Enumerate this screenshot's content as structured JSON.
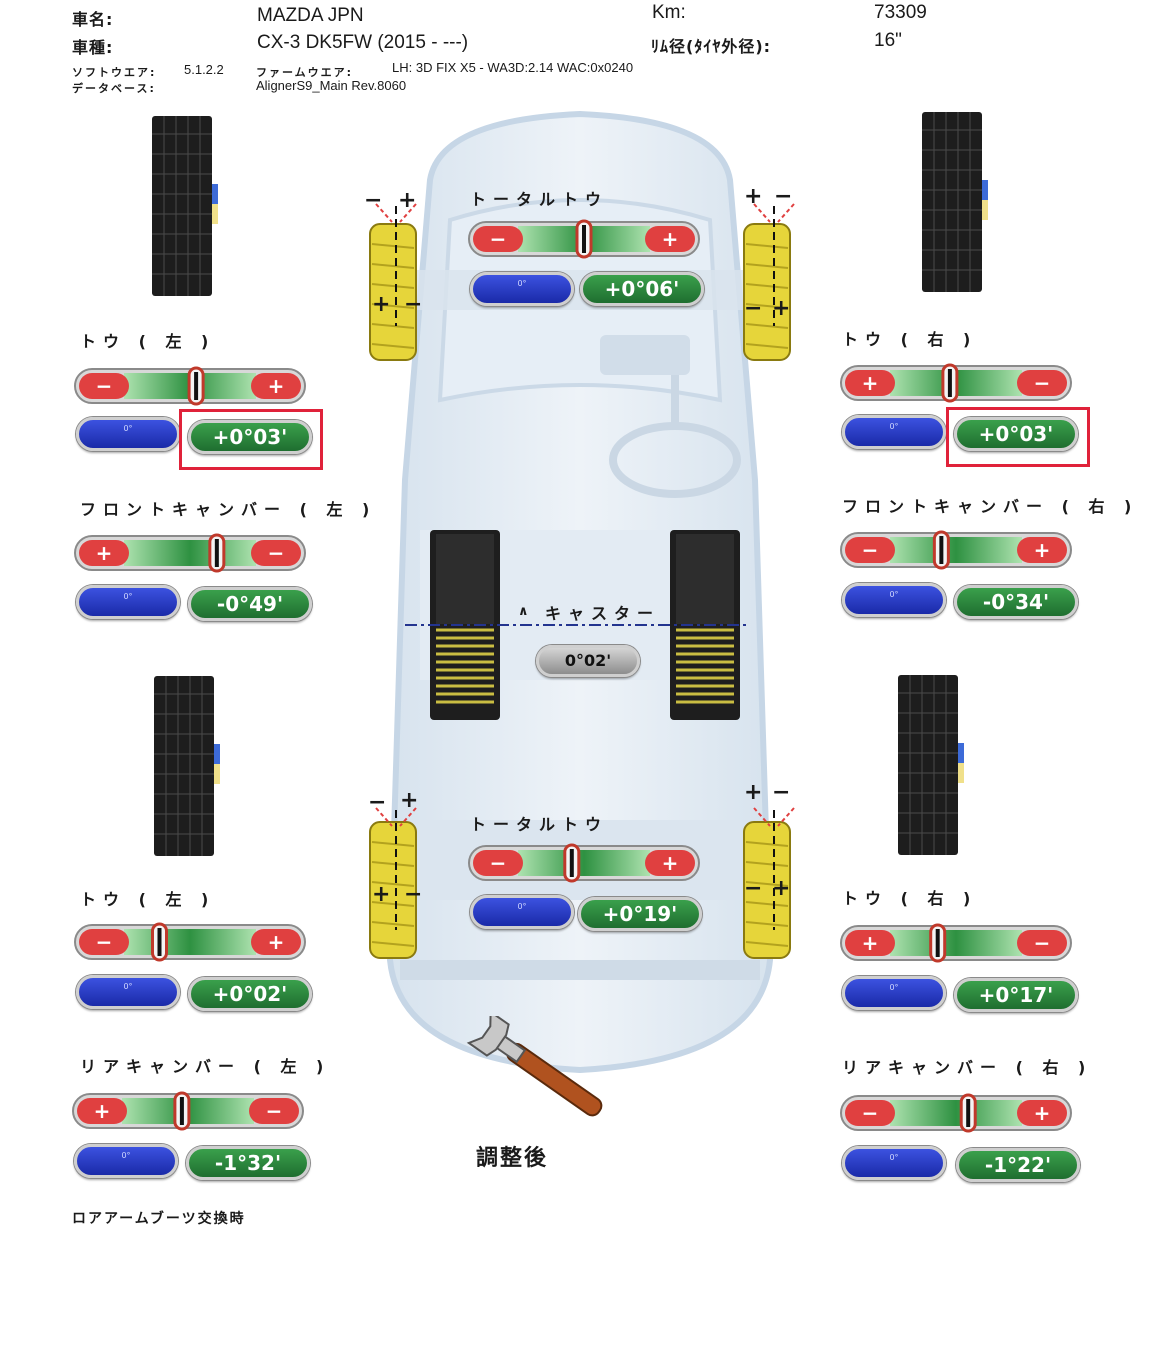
{
  "header": {
    "vehicle_name_label": "車名:",
    "vehicle_name": "MAZDA JPN",
    "model_label": "車種:",
    "model": "CX-3 DK5FW (2015 - ---)",
    "km_label": "Km:",
    "km": "73309",
    "rim_label": "ﾘﾑ径(ﾀｲﾔ外径):",
    "rim": "16\"",
    "software_label": "ソフトウエア:",
    "software_version": "5.1.2.2",
    "firmware_label": "ファームウエア:",
    "firmware": "LH: 3D FIX X5 - WA3D:2.14 WAC:0x0240",
    "database_label": "データベース:",
    "database": "AlignerS9_Main Rev.8060"
  },
  "front": {
    "total_toe": {
      "title": "トータルトウ",
      "blue_value": "0°",
      "value": "+0°06'",
      "left_sign": "−",
      "right_sign": "+",
      "needle": 0.5
    },
    "toe_left": {
      "title": "トウ ( 左 )",
      "blue_value": "0°",
      "value": "+0°03'",
      "left_sign": "−",
      "right_sign": "+",
      "needle": 0.55
    },
    "toe_right": {
      "title": "トウ ( 右 )",
      "blue_value": "0°",
      "value": "+0°03'",
      "left_sign": "+",
      "right_sign": "−",
      "needle": 0.45
    },
    "camber_left": {
      "title": "フロントキャンバー ( 左 )",
      "blue_value": "0°",
      "value": "-0°49'",
      "left_sign": "+",
      "right_sign": "−",
      "needle": 0.72
    },
    "camber_right": {
      "title": "フロントキャンバー ( 右 )",
      "blue_value": "0°",
      "value": "-0°34'",
      "left_sign": "−",
      "right_sign": "+",
      "needle": 0.38
    },
    "caster": {
      "title": "キャスター",
      "value": "0°02'"
    }
  },
  "rear": {
    "total_toe": {
      "title": "トータルトウ",
      "blue_value": "0°",
      "value": "+0°19'",
      "left_sign": "−",
      "right_sign": "+",
      "needle": 0.4
    },
    "toe_left": {
      "title": "トウ ( 左 )",
      "blue_value": "0°",
      "value": "+0°02'",
      "left_sign": "−",
      "right_sign": "+",
      "needle": 0.25
    },
    "toe_right": {
      "title": "トウ ( 右 )",
      "blue_value": "0°",
      "value": "+0°17'",
      "left_sign": "+",
      "right_sign": "−",
      "needle": 0.35
    },
    "camber_left": {
      "title": "リアキャンバー ( 左 )",
      "blue_value": "0°",
      "value": "-1°32'",
      "left_sign": "+",
      "right_sign": "−",
      "needle": 0.45
    },
    "camber_right": {
      "title": "リアキャンバー ( 右 )",
      "blue_value": "0°",
      "value": "-1°22'",
      "left_sign": "−",
      "right_sign": "+",
      "needle": 0.6
    }
  },
  "wheel_signs": {
    "minus": "−",
    "plus": "+"
  },
  "caster_marker": "∧",
  "status_label": "調整後",
  "footnote": "ロアアームブーツ交換時",
  "colors": {
    "highlight": "#e0223a",
    "green": "#2f8a3f",
    "blue": "#2436c4",
    "red": "#e04040"
  }
}
